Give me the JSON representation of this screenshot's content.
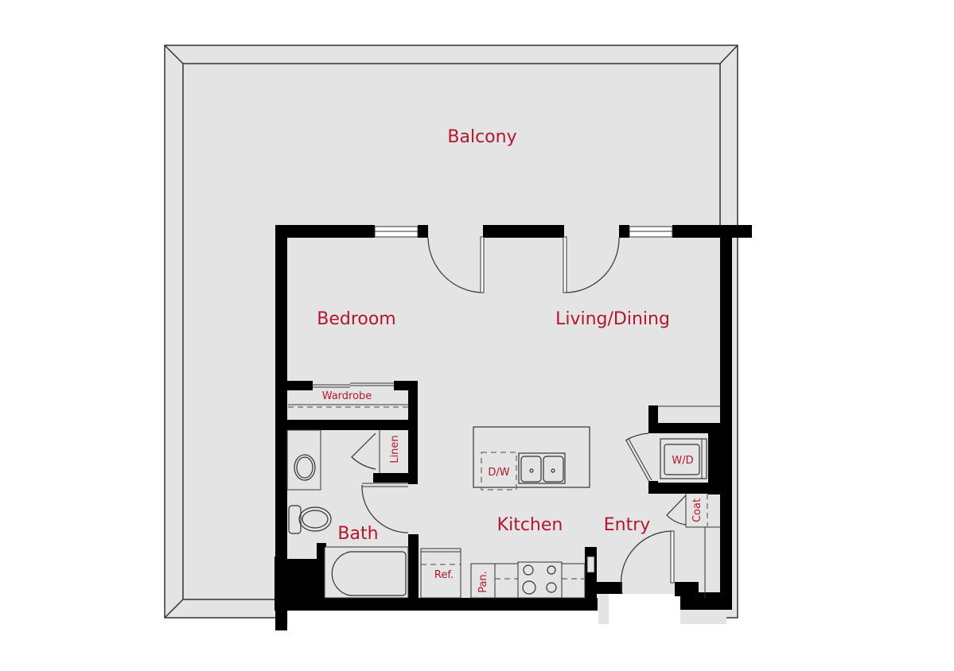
{
  "floorplan": {
    "rooms": {
      "balcony": "Balcony",
      "bedroom": "Bedroom",
      "living_dining": "Living/Dining",
      "wardrobe": "Wardrobe",
      "linen": "Linen",
      "bath": "Bath",
      "kitchen": "Kitchen",
      "entry": "Entry",
      "coat": "Coat"
    },
    "fixtures": {
      "dishwasher": "D/W",
      "washer_dryer": "W/D",
      "refrigerator": "Ref.",
      "pantry": "Pan."
    },
    "colors": {
      "label": "#b3162f",
      "floor": "#e3e4e3",
      "wall": "#000000",
      "background": "#ffffff"
    }
  }
}
